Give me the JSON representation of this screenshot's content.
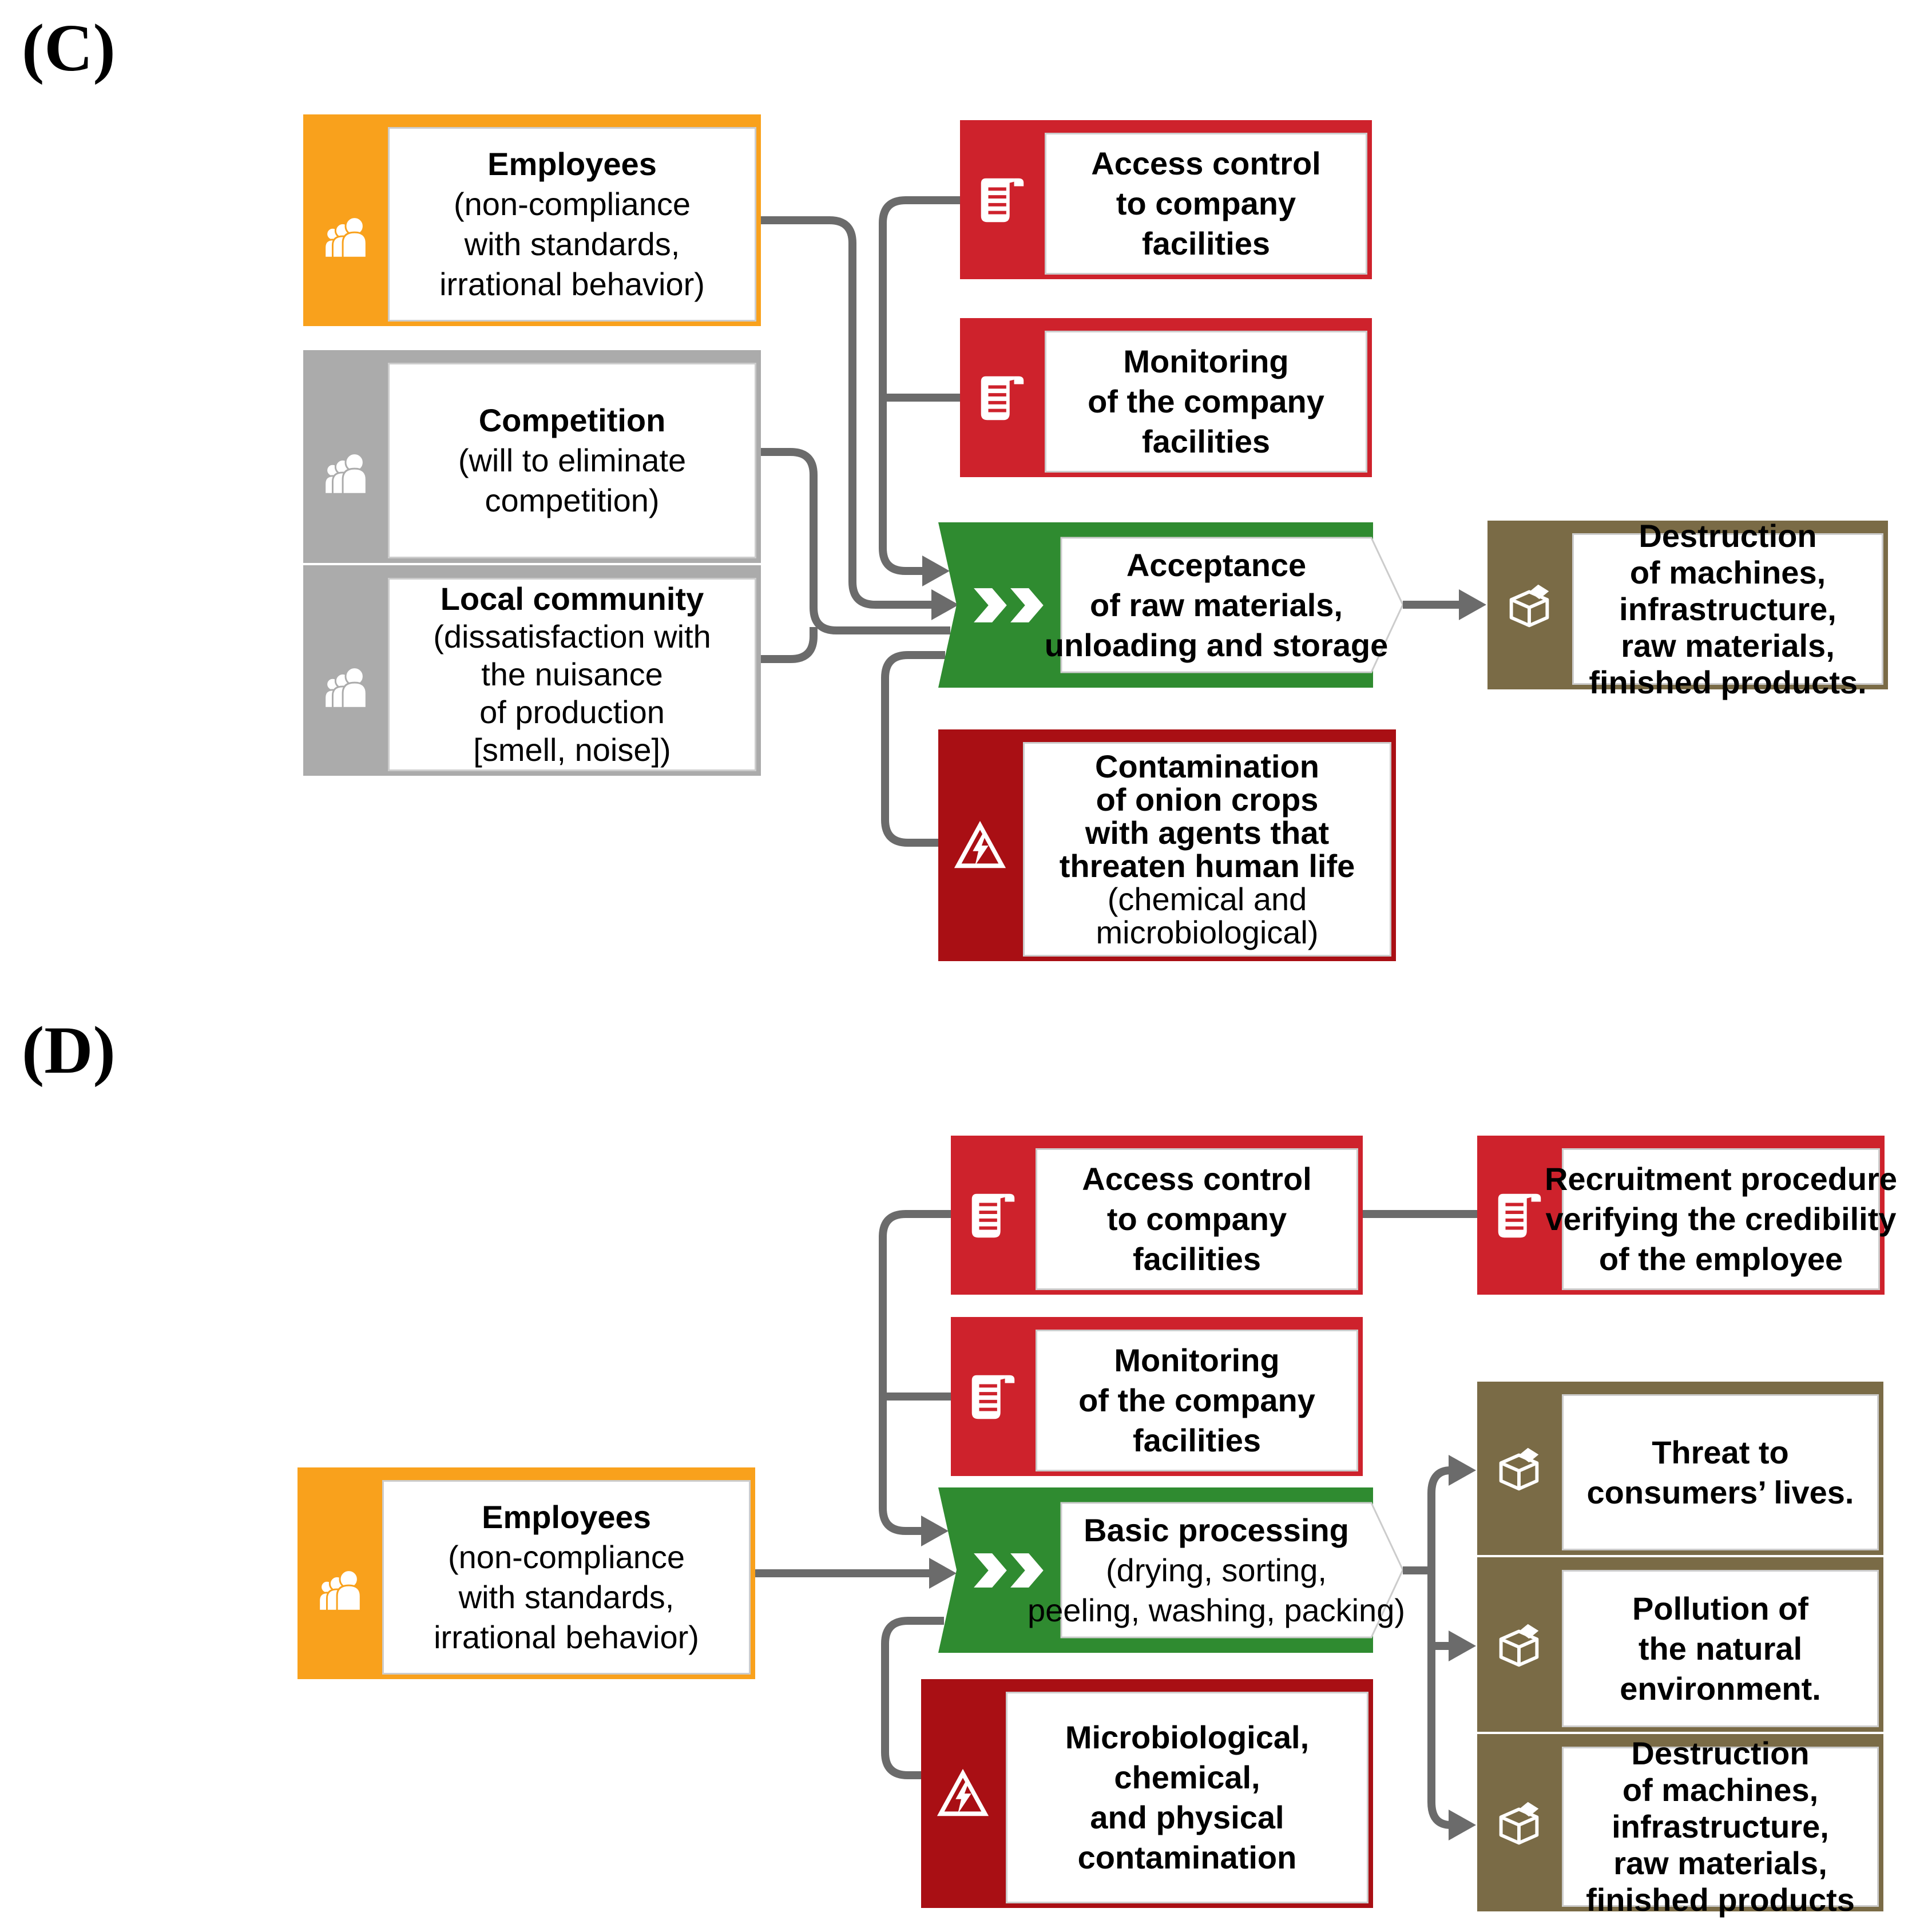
{
  "colors": {
    "orange": "#F9A11C",
    "gray": "#ABABAB",
    "red": "#CE222C",
    "dark_red": "#A90F14",
    "green": "#2F8B30",
    "brown": "#7A6B46",
    "connector": "#6B6B6B",
    "panel_border": "#CCCCCC"
  },
  "labels": {
    "panel_c": "(C)",
    "panel_d": "(D)"
  },
  "icons": {
    "people": "people-icon",
    "scroll": "scroll-icon",
    "warning": "warning-icon",
    "package": "package-icon",
    "chevrons": "chevrons-icon"
  },
  "panel_c": {
    "employees": {
      "icon": "people-icon",
      "lines": [
        {
          "t": "Employees",
          "b": true
        },
        {
          "t": "(non-compliance",
          "b": false
        },
        {
          "t": "with standards,",
          "b": false
        },
        {
          "t": "irrational behavior)",
          "b": false
        }
      ]
    },
    "competition": {
      "icon": "people-icon",
      "lines": [
        {
          "t": "Competition",
          "b": true
        },
        {
          "t": "(will to eliminate",
          "b": false
        },
        {
          "t": "competition)",
          "b": false
        }
      ]
    },
    "local_community": {
      "icon": "people-icon",
      "lines": [
        {
          "t": "Local community",
          "b": true
        },
        {
          "t": "(dissatisfaction with",
          "b": false
        },
        {
          "t": "the nuisance",
          "b": false
        },
        {
          "t": "of production",
          "b": false
        },
        {
          "t": "[smell, noise])",
          "b": false
        }
      ]
    },
    "access_control": {
      "icon": "scroll-icon",
      "lines": [
        {
          "t": "Access control",
          "b": true
        },
        {
          "t": "to company",
          "b": true
        },
        {
          "t": "facilities",
          "b": true
        }
      ]
    },
    "monitoring": {
      "icon": "scroll-icon",
      "lines": [
        {
          "t": "Monitoring",
          "b": true
        },
        {
          "t": "of the company",
          "b": true
        },
        {
          "t": "facilities",
          "b": true
        }
      ]
    },
    "acceptance": {
      "icon": "chevrons-icon",
      "lines": [
        {
          "t": "Acceptance",
          "b": true
        },
        {
          "t": "of raw materials,",
          "b": true
        },
        {
          "t": "unloading and storage",
          "b": true
        }
      ]
    },
    "destruction": {
      "icon": "package-icon",
      "lines": [
        {
          "t": "Destruction",
          "b": true
        },
        {
          "t": "of machines,",
          "b": true
        },
        {
          "t": "infrastructure,",
          "b": true
        },
        {
          "t": "raw materials,",
          "b": true
        },
        {
          "t": "finished products.",
          "b": true
        }
      ]
    },
    "contamination": {
      "icon": "warning-icon",
      "lines": [
        {
          "t": "Contamination",
          "b": true
        },
        {
          "t": "of onion crops",
          "b": true
        },
        {
          "t": "with agents that",
          "b": true
        },
        {
          "t": "threaten human life",
          "b": true
        },
        {
          "t": "(chemical and",
          "b": false
        },
        {
          "t": "microbiological)",
          "b": false
        }
      ]
    }
  },
  "panel_d": {
    "employees": {
      "icon": "people-icon",
      "lines": [
        {
          "t": "Employees",
          "b": true
        },
        {
          "t": "(non-compliance",
          "b": false
        },
        {
          "t": "with standards,",
          "b": false
        },
        {
          "t": "irrational behavior)",
          "b": false
        }
      ]
    },
    "access_control": {
      "icon": "scroll-icon",
      "lines": [
        {
          "t": "Access control",
          "b": true
        },
        {
          "t": "to company",
          "b": true
        },
        {
          "t": "facilities",
          "b": true
        }
      ]
    },
    "monitoring": {
      "icon": "scroll-icon",
      "lines": [
        {
          "t": "Monitoring",
          "b": true
        },
        {
          "t": "of the company",
          "b": true
        },
        {
          "t": "facilities",
          "b": true
        }
      ]
    },
    "recruitment": {
      "icon": "scroll-icon",
      "lines": [
        {
          "t": "Recruitment procedure",
          "b": true
        },
        {
          "t": "verifying the credibility",
          "b": true
        },
        {
          "t": "of the employee",
          "b": true
        }
      ]
    },
    "basic_processing": {
      "icon": "chevrons-icon",
      "lines": [
        {
          "t": "Basic processing",
          "b": true
        },
        {
          "t": "(drying, sorting,",
          "b": false
        },
        {
          "t": "peeling, washing, packing)",
          "b": false
        }
      ]
    },
    "microbiological": {
      "icon": "warning-icon",
      "lines": [
        {
          "t": "Microbiological,",
          "b": true
        },
        {
          "t": "chemical,",
          "b": true
        },
        {
          "t": "and physical",
          "b": true
        },
        {
          "t": "contamination",
          "b": true
        }
      ]
    },
    "threat": {
      "icon": "package-icon",
      "lines": [
        {
          "t": "Threat to",
          "b": true
        },
        {
          "t": "consumers’ lives.",
          "b": true
        }
      ]
    },
    "pollution": {
      "icon": "package-icon",
      "lines": [
        {
          "t": "Pollution of",
          "b": true
        },
        {
          "t": "the natural",
          "b": true
        },
        {
          "t": "environment.",
          "b": true
        }
      ]
    },
    "destruction": {
      "icon": "package-icon",
      "lines": [
        {
          "t": "Destruction",
          "b": true
        },
        {
          "t": "of machines,",
          "b": true
        },
        {
          "t": "infrastructure,",
          "b": true
        },
        {
          "t": "raw materials,",
          "b": true
        },
        {
          "t": "finished products",
          "b": true
        }
      ]
    }
  }
}
